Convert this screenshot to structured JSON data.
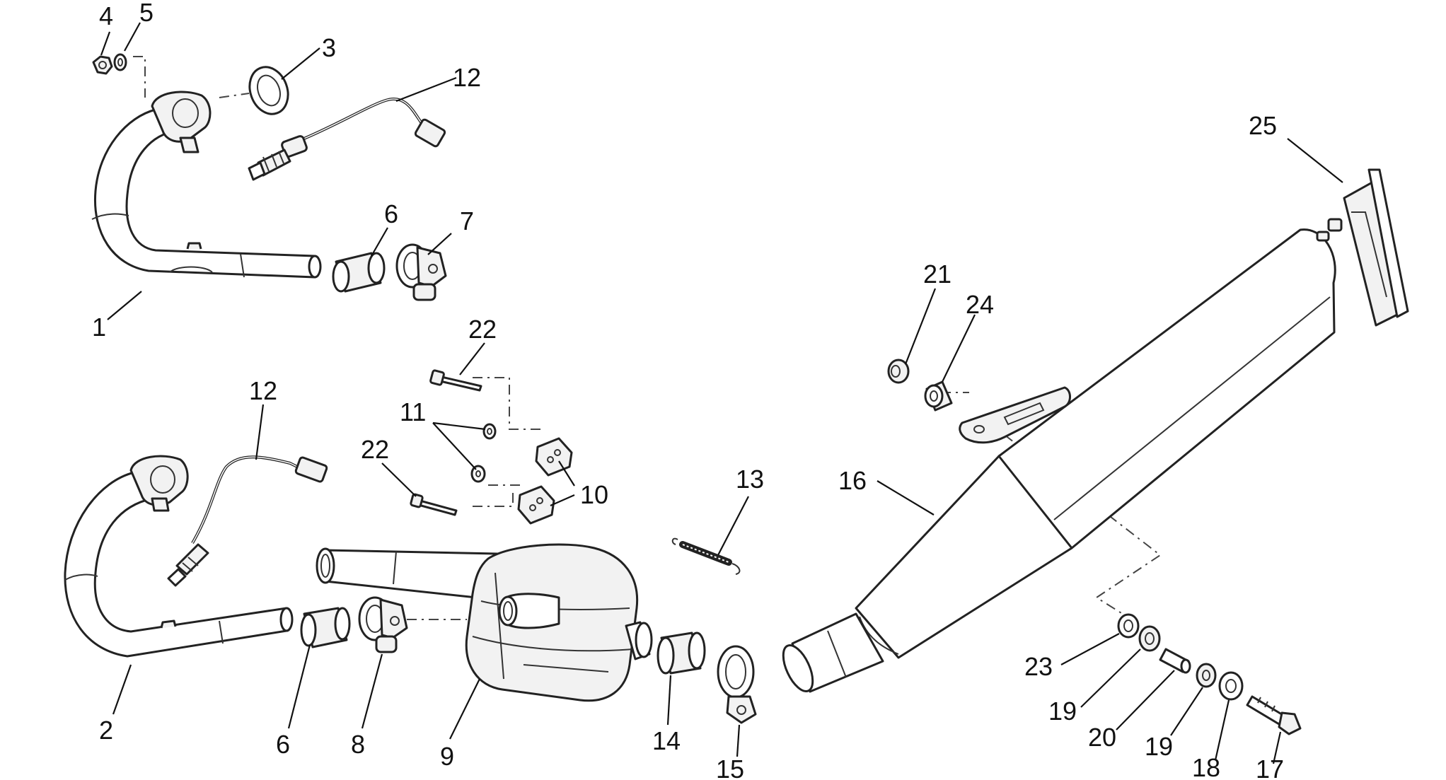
{
  "callouts": [
    {
      "id": "c4",
      "text": "4"
    },
    {
      "id": "c5",
      "text": "5"
    },
    {
      "id": "c3",
      "text": "3"
    },
    {
      "id": "c12a",
      "text": "12"
    },
    {
      "id": "c1",
      "text": "1"
    },
    {
      "id": "c6a",
      "text": "6"
    },
    {
      "id": "c7",
      "text": "7"
    },
    {
      "id": "c22a",
      "text": "22"
    },
    {
      "id": "c11",
      "text": "11"
    },
    {
      "id": "c22b",
      "text": "22"
    },
    {
      "id": "c10",
      "text": "10"
    },
    {
      "id": "c12b",
      "text": "12"
    },
    {
      "id": "c2",
      "text": "2"
    },
    {
      "id": "c6b",
      "text": "6"
    },
    {
      "id": "c8",
      "text": "8"
    },
    {
      "id": "c9",
      "text": "9"
    },
    {
      "id": "c13",
      "text": "13"
    },
    {
      "id": "c14",
      "text": "14"
    },
    {
      "id": "c15",
      "text": "15"
    },
    {
      "id": "c16",
      "text": "16"
    },
    {
      "id": "c21",
      "text": "21"
    },
    {
      "id": "c24",
      "text": "24"
    },
    {
      "id": "c25",
      "text": "25"
    },
    {
      "id": "c23",
      "text": "23"
    },
    {
      "id": "c19a",
      "text": "19"
    },
    {
      "id": "c20",
      "text": "20"
    },
    {
      "id": "c19b",
      "text": "19"
    },
    {
      "id": "c18",
      "text": "18"
    },
    {
      "id": "c17",
      "text": "17"
    }
  ]
}
